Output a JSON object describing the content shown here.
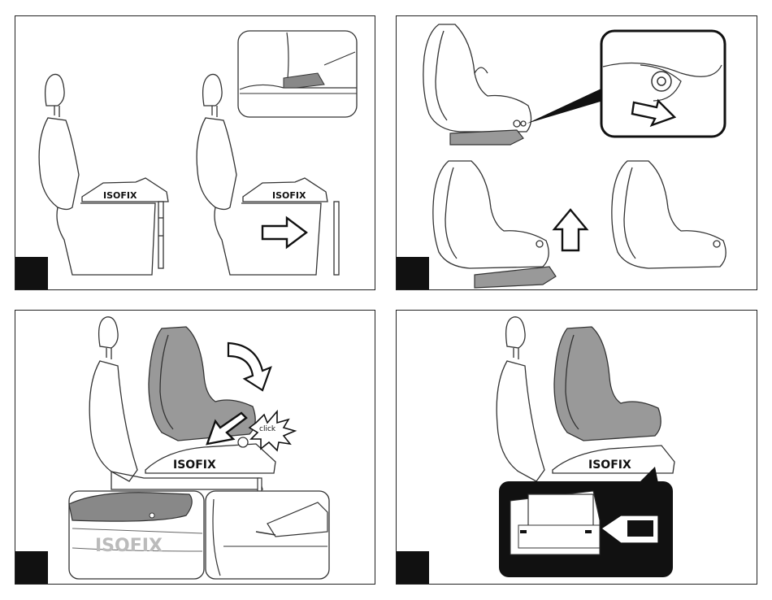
{
  "panels": [
    {
      "id": 1,
      "isofix": [
        "ISOFIX",
        "ISOFIX"
      ]
    },
    {
      "id": 2
    },
    {
      "id": 3,
      "isofix": [
        "ISOFIX",
        "ISOFIX"
      ],
      "callout": "click"
    },
    {
      "id": 4,
      "isofix": [
        "ISOFIX"
      ]
    }
  ],
  "colors": {
    "line": "#333333",
    "shade": "#999999",
    "dark": "#111111"
  }
}
